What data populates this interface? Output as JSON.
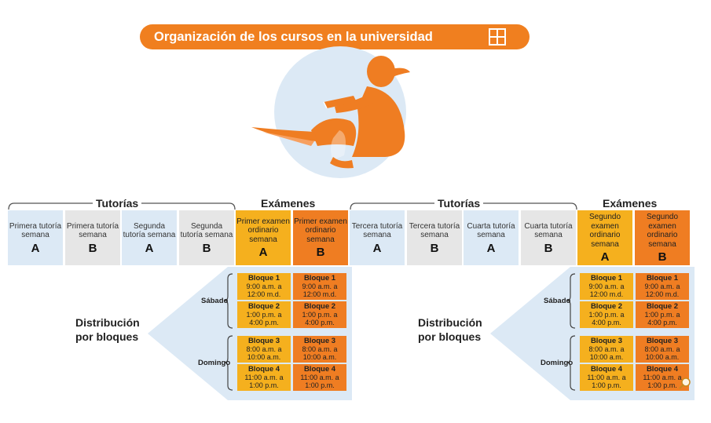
{
  "title": "Organización de los cursos en la universidad",
  "groups": {
    "tutorias_left": "Tutorías",
    "examenes_left": "Exámenes",
    "tutorias_right": "Tutorías",
    "examenes_right": "Exámenes"
  },
  "week_cells": [
    {
      "text": "Primera tutoría semana",
      "letter": "A"
    },
    {
      "text": "Primera tutoría semana",
      "letter": "B"
    },
    {
      "text": "Segunda tutoría semana",
      "letter": "A"
    },
    {
      "text": "Segunda tutoría semana",
      "letter": "B"
    },
    {
      "text": "Primer examen ordinario semana",
      "letter": "A"
    },
    {
      "text": "Primer examen ordinario semana",
      "letter": "B"
    },
    {
      "text": "Tercera tutoría semana",
      "letter": "A"
    },
    {
      "text": "Tercera tutoría semana",
      "letter": "B"
    },
    {
      "text": "Cuarta tutoría semana",
      "letter": "A"
    },
    {
      "text": "Cuarta tutoría semana",
      "letter": "B"
    },
    {
      "text": "Segundo examen ordinario semana",
      "letter": "A"
    },
    {
      "text": "Segundo examen ordinario semana",
      "letter": "B"
    }
  ],
  "distribution": {
    "label_line1": "Distribución",
    "label_line2": "por bloques",
    "saturday": "Sábado",
    "sunday": "Domingo",
    "blocks": [
      {
        "title": "Bloque 1",
        "line1": "9:00 a.m. a",
        "line2": "12:00 m.d."
      },
      {
        "title": "Bloque 2",
        "line1": "1:00 p.m. a",
        "line2": "4:00 p.m."
      },
      {
        "title": "Bloque 3",
        "line1": "8:00 a.m. a",
        "line2": "10:00 a.m."
      },
      {
        "title": "Bloque 4",
        "line1": "11:00 a.m. a",
        "line2": "1:00 p.m."
      }
    ]
  },
  "colors": {
    "accent_orange": "#ef7d22",
    "accent_yellow": "#f5b01e",
    "tutoria_blue": "#dce9f5",
    "tutoria_gray": "#e6e6e6"
  },
  "icons": [
    "flag-icon",
    "student-reading-illustration",
    "zoom-icon"
  ]
}
